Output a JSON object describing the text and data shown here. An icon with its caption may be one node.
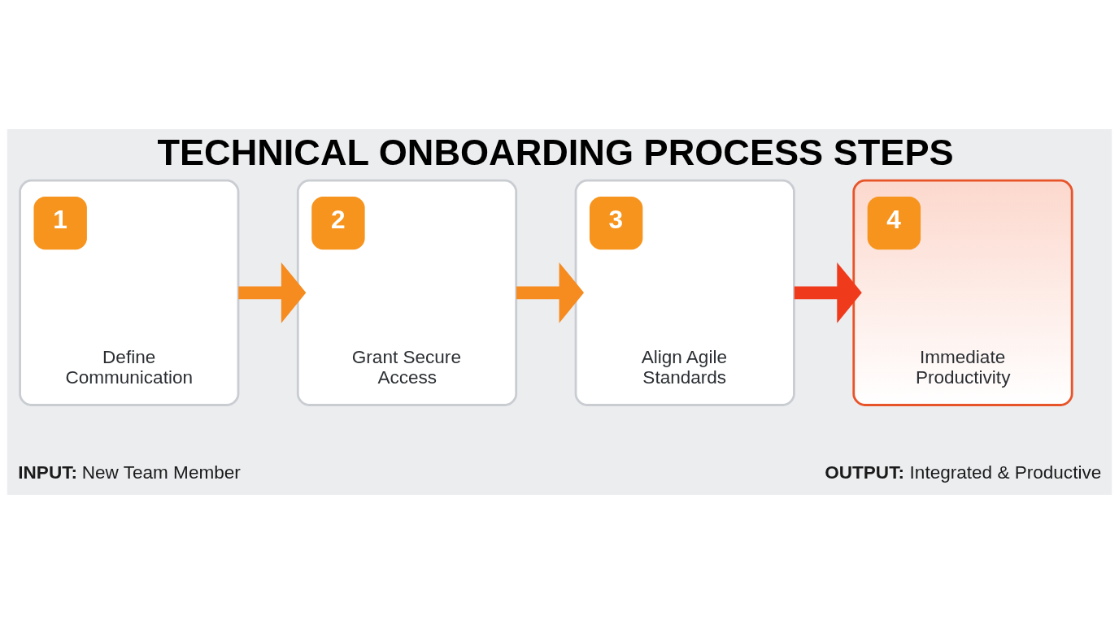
{
  "diagram": {
    "title": "TECHNICAL ONBOARDING PROCESS STEPS",
    "nodes": [
      {
        "text": [
          "1",
          "Define Communication"
        ]
      },
      {
        "text": [
          "2",
          "Grant Secure Access"
        ]
      },
      {
        "text": [
          "3",
          "Align Agile Standards"
        ]
      },
      {
        "text": [
          "4",
          "Immediate Productivity"
        ]
      }
    ],
    "edges": [
      {
        "from": 0,
        "to": 1,
        "arrow": "to"
      },
      {
        "from": 1,
        "to": 2,
        "arrow": "to"
      },
      {
        "from": 2,
        "to": 3,
        "arrow": "to",
        "color": "#ef3b1c"
      }
    ],
    "labels": [
      "**INPUT:** New Team Member",
      "**OUTPUT:** Integrated & Productive"
    ]
  }
}
